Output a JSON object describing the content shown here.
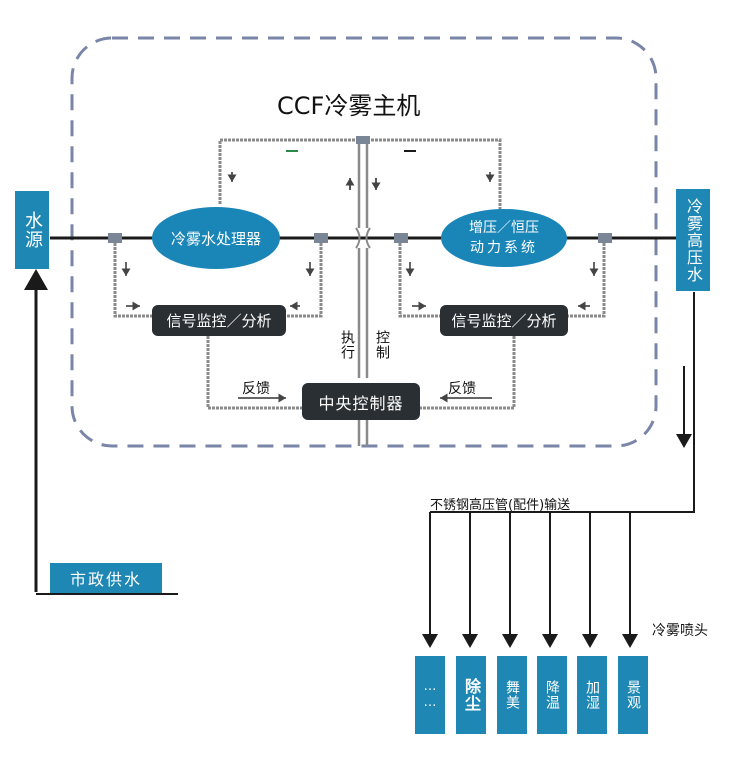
{
  "title": "CCF冷雾主机",
  "water_source": "水源",
  "municipal_supply": "市政供水",
  "high_pressure_water": "冷雾高压水",
  "water_processor": "冷雾水处理器",
  "booster": {
    "line1": "增压／恒压",
    "line2": "动力系统"
  },
  "signal_left": "信号监控／分析",
  "signal_right": "信号监控／分析",
  "central_controller": "中央控制器",
  "feedback_left": "反馈",
  "feedback_right": "反馈",
  "execute": "执行",
  "control": "控制",
  "pipe_label": "不锈钢高压管(配件)输送",
  "nozzle_label": "冷雾喷头",
  "outputs": [
    "……",
    "除尘",
    "舞美",
    "降温",
    "加湿",
    "景观"
  ],
  "colors": {
    "teal": "#1f87b3",
    "dark": "#2a2f33",
    "dash": "#7a86a8",
    "line": "#1a1a1a"
  }
}
